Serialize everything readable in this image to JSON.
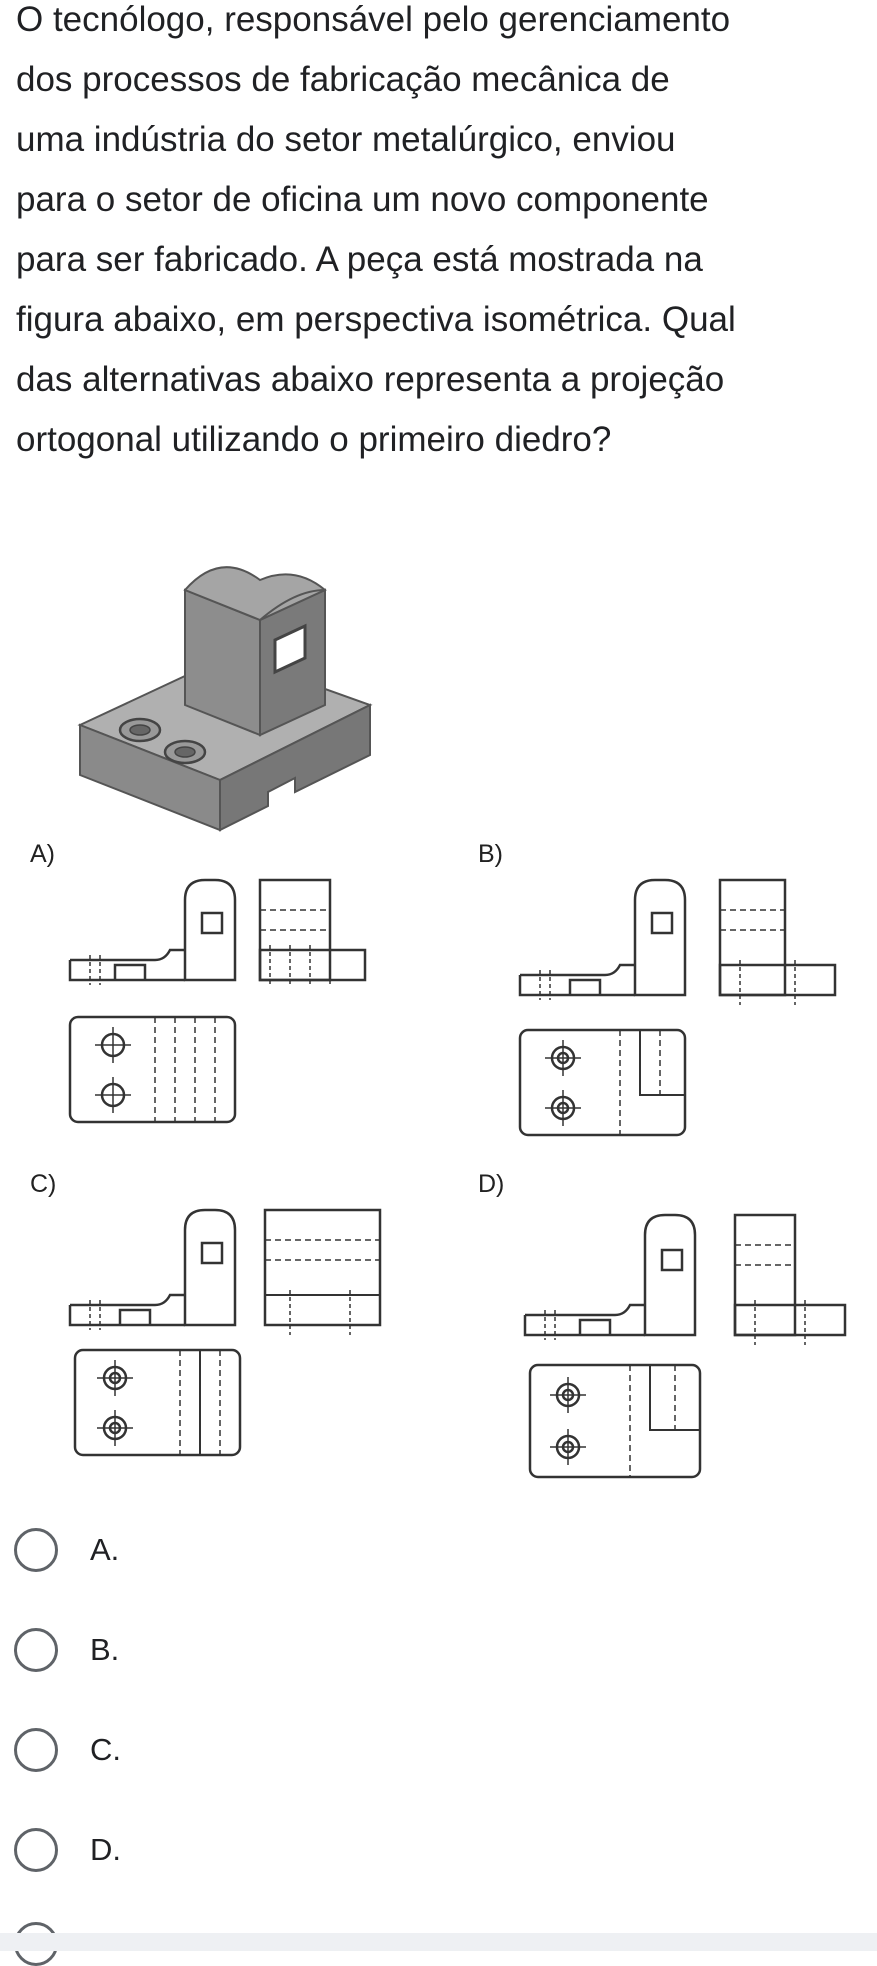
{
  "question": {
    "lines": [
      "O tecnólogo, responsável pelo gerenciamento",
      "dos processos de fabricação mecânica de",
      "uma indústria do setor metalúrgico, enviou",
      "para o setor de oficina um novo componente",
      "para ser fabricado. A peça está mostrada na",
      "figura abaixo, em perspectiva isométrica. Qual",
      "das alternativas abaixo representa a projeção",
      "ortogonal utilizando o primeiro diedro?"
    ]
  },
  "figure_options": {
    "a": "A)",
    "b": "B)",
    "c": "C)",
    "d": "D)"
  },
  "choices": [
    {
      "label": "A."
    },
    {
      "label": "B."
    },
    {
      "label": "C."
    },
    {
      "label": "D."
    }
  ],
  "colors": {
    "text": "#202124",
    "radio_border": "#5f6368",
    "drawing_stroke": "#333333",
    "part_fill": "#9a9a9a"
  }
}
